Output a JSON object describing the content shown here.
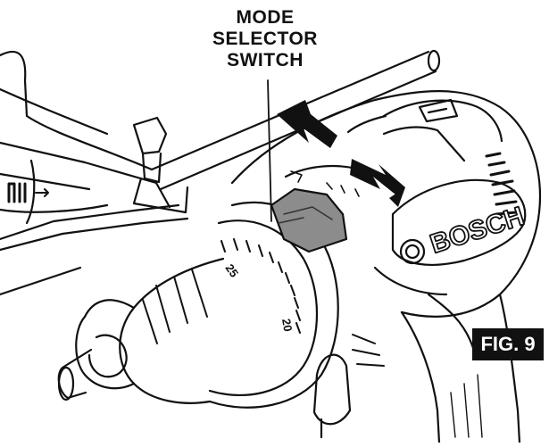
{
  "callout": {
    "line1": "MODE",
    "line2": "SELECTOR",
    "line3": "SWITCH"
  },
  "brand_text": "BOSCH",
  "figure_label": "FIG. 9",
  "dial_markings": [
    "25",
    "20"
  ],
  "colors": {
    "ink": "#111111",
    "switch_fill": "#8c8c8c",
    "paper": "#ffffff"
  }
}
